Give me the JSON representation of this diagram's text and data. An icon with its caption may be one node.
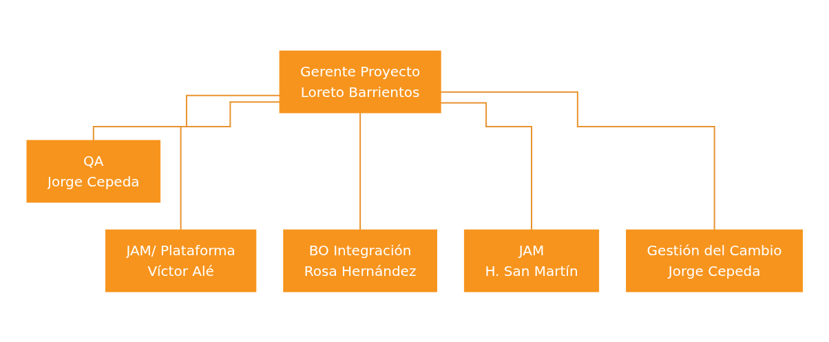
{
  "diagram": {
    "nodes": [
      {
        "text": [
          "Gerente Proyecto",
          "Loreto Barrientos"
        ]
      },
      {
        "text": [
          "QA",
          "Jorge Cepeda"
        ]
      },
      {
        "text": [
          "JAM/ Plataforma",
          "Víctor Alé"
        ]
      },
      {
        "text": [
          "BO Integración",
          "Rosa Hernández"
        ]
      },
      {
        "text": [
          "JAM",
          "H. San Martín"
        ]
      },
      {
        "text": [
          "Gestión del Cambio",
          "Jorge Cepeda"
        ]
      }
    ],
    "edges": [
      {
        "from": 0,
        "to": 1,
        "arrow": "none"
      },
      {
        "from": 0,
        "to": 2,
        "arrow": "none"
      },
      {
        "from": 0,
        "to": 3,
        "arrow": "none"
      },
      {
        "from": 0,
        "to": 4,
        "arrow": "none"
      },
      {
        "from": 0,
        "to": 5,
        "arrow": "none"
      }
    ]
  }
}
